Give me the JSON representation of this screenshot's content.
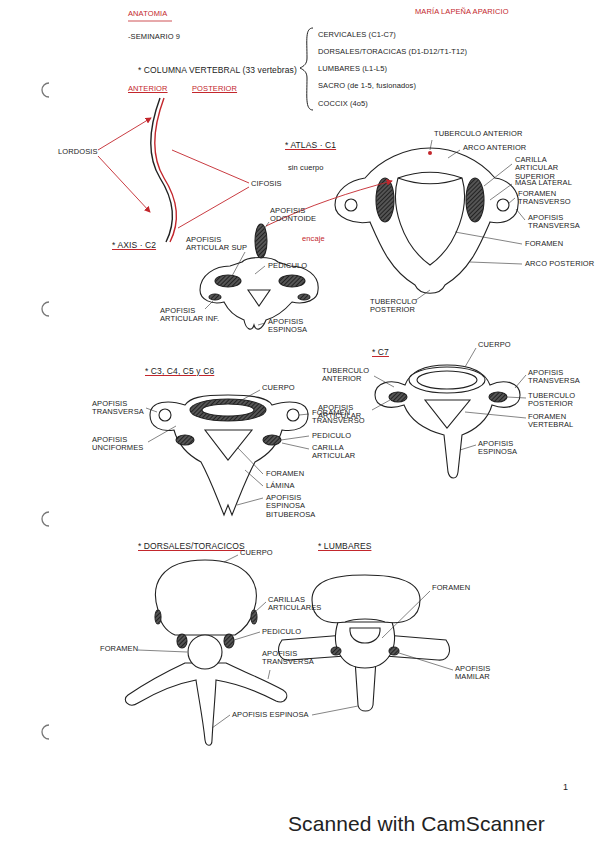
{
  "diagram": {
    "title": "ANATOMIA",
    "labels": [
      "MARÍA LAPEÑA APARICIO",
      "-SEMINARIO 9",
      "* COLUMNA VERTEBRAL (33 vertebras)",
      "CERVICALES (C1-C7)",
      "DORSALES/TORACICAS (D1-D12/T1-T12)",
      "LUMBARES (L1-L5)",
      "SACRO (de 1-5, fusionados)",
      "COCCIX (4o5)",
      "ANTERIOR",
      "POSTERIOR",
      "LORDOSIS",
      "CIFOSIS",
      "* ATLAS · C1",
      "sin cuerpo",
      "TUBERCULO ANTERIOR",
      "ARCO ANTERIOR",
      "CARILLA ARTICULAR SUPERIOR",
      "MASA LATERAL",
      "FORAMEN TRANSVERSO",
      "APOFISIS TRANSVERSA",
      "FORAMEN",
      "ARCO POSTERIOR",
      "TUBERCULO POSTERIOR",
      "* AXIS · C2",
      "APOFISIS ODONTOIDE",
      "encaje",
      "APOFISIS ARTICULAR SUP",
      "PEDICULO",
      "APOFISIS ARTICULAR INF.",
      "APOFISIS ESPINOSA",
      "* C3, C4, C5 y C6",
      "CUERPO",
      "FORAMEN TRANSVERSO",
      "PEDICULO",
      "CARILLA ARTICULAR",
      "APOFISIS TRANSVERSA",
      "APOFISIS UNCIFORMES",
      "FORAMEN",
      "LÁMINA",
      "APOFISIS ESPINOSA BITUBEROSA",
      "* C7",
      "CUERPO",
      "TUBERCULO ANTERIOR",
      "APOFISIS TRANSVERSA",
      "TUBERCULO POSTERIOR",
      "FORAMEN VERTEBRAL",
      "APOFISIS ARTICULAR",
      "APOFISIS ESPINOSA",
      "* DORSALES/TORACICOS",
      "* LUMBARES",
      "CUERPO",
      "CARILLAS ARTICULARES",
      "PEDICULO",
      "FORAMEN",
      "APOFISIS TRANSVERSA",
      "APOFISIS ESPINOSA",
      "FORAMEN",
      "APOFISIS MAMILAR",
      "1",
      "Scanned with CamScanner"
    ]
  }
}
